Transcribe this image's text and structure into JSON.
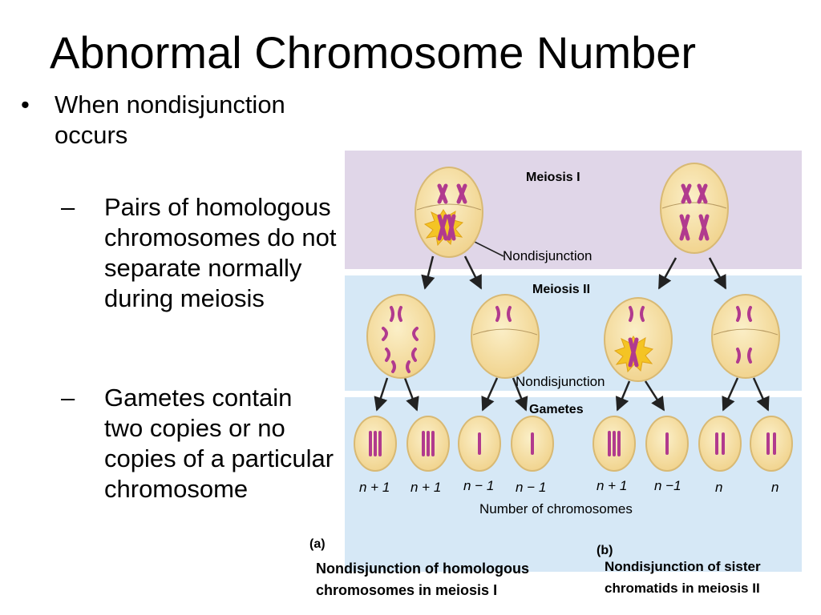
{
  "slide": {
    "title": "Abnormal Chromosome Number",
    "bullet_main": "When nondisjunction occurs",
    "sub_bullets": [
      "Pairs of homologous chromosomes do not separate normally during meiosis",
      "Gametes contain two copies or no copies of a particular chromosome"
    ],
    "bullet_glyph": "•",
    "dash_glyph": "–"
  },
  "figure": {
    "meiosis_i": "Meiosis I",
    "meiosis_ii": "Meiosis II",
    "gametes": "Gametes",
    "nondisjunction": "Nondisjunction",
    "axis_label": "Number of chromosomes",
    "gamete_labels": [
      "n + 1",
      "n + 1",
      "n − 1",
      "n − 1",
      "n + 1",
      "n −1",
      "n",
      "n"
    ],
    "panel_a": {
      "letter": "(a)",
      "line1": "Nondisjunction of homologous",
      "line2": "chromosomes in meiosis I"
    },
    "panel_b": {
      "letter": "(b)",
      "line1": "Nondisjunction of sister",
      "line2": "chromatids in meiosis II"
    },
    "colors": {
      "band_top": "#e0d6e8",
      "band_mid": "#d6e8f6",
      "band_bottom": "#d6e8f6",
      "cell_fill": "#f5dfa6",
      "cell_edge": "#d8b974",
      "chromosome": "#b13a8e",
      "starburst": "#f4c424"
    }
  }
}
